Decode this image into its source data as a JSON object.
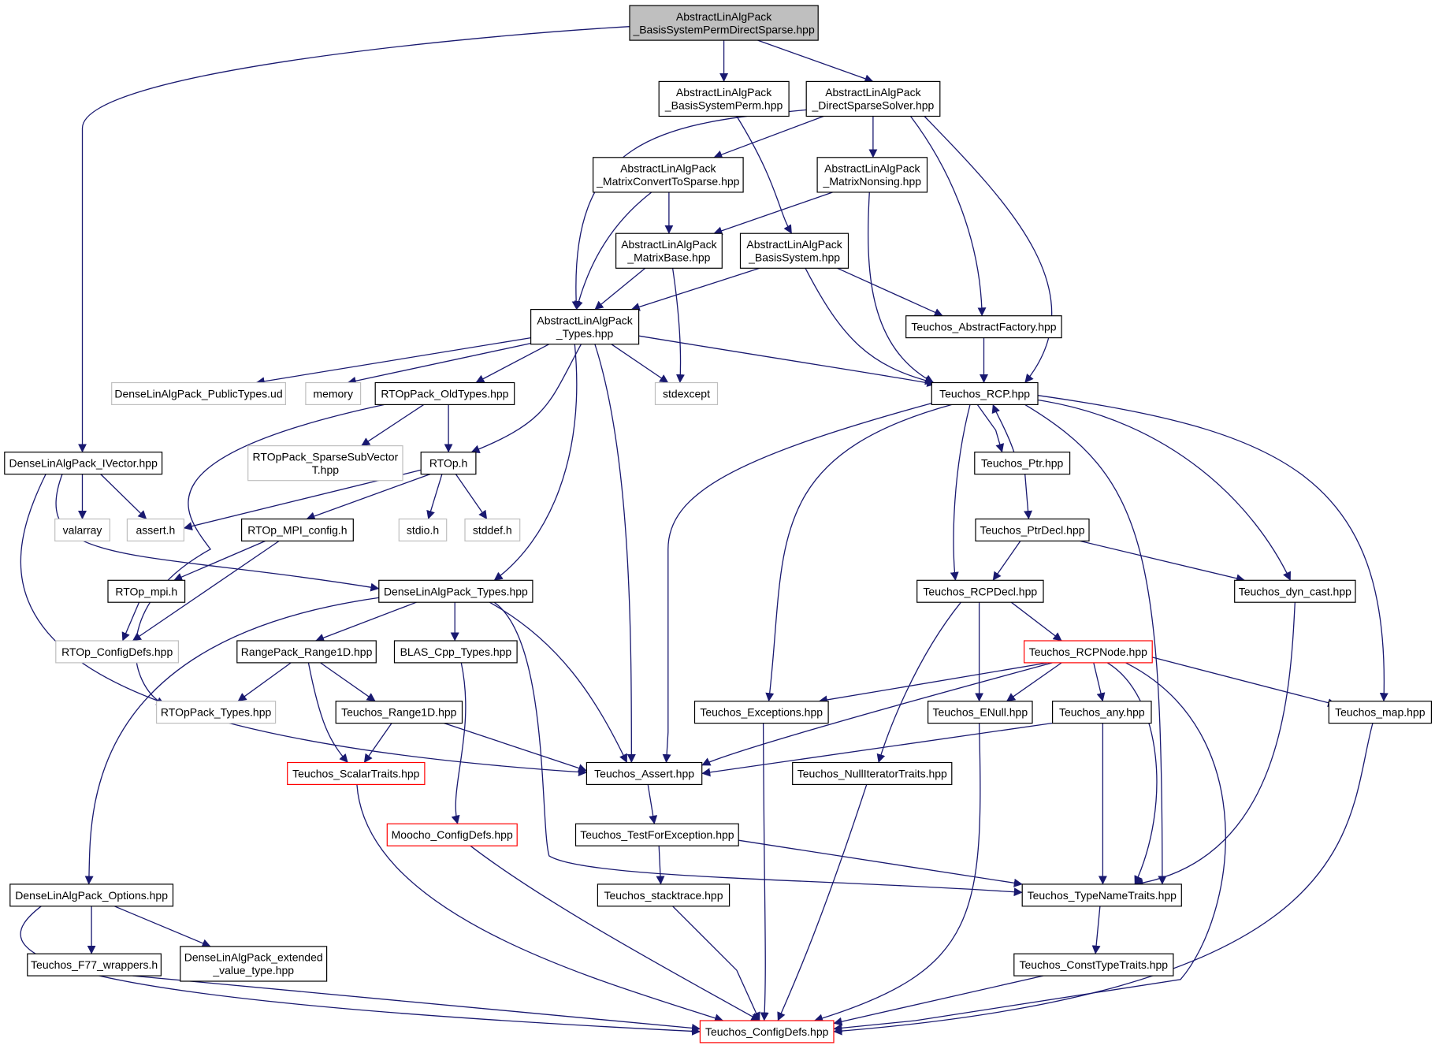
{
  "colors": {
    "edge": "#191970",
    "node_border": "#000000",
    "root_fill": "#bfbfbf",
    "external_border": "#bfbfbf",
    "truncated_border": "#ff0000"
  },
  "graph": {
    "nodes": [
      {
        "id": "root",
        "label": "AbstractLinAlgPack\n_BasisSystemPermDirectSparse.hpp",
        "kind": "root"
      },
      {
        "id": "bsperm",
        "label": "AbstractLinAlgPack\n_BasisSystemPerm.hpp",
        "kind": "normal"
      },
      {
        "id": "dss",
        "label": "AbstractLinAlgPack\n_DirectSparseSolver.hpp",
        "kind": "normal"
      },
      {
        "id": "mcts",
        "label": "AbstractLinAlgPack\n_MatrixConvertToSparse.hpp",
        "kind": "normal"
      },
      {
        "id": "mns",
        "label": "AbstractLinAlgPack\n_MatrixNonsing.hpp",
        "kind": "normal"
      },
      {
        "id": "mb",
        "label": "AbstractLinAlgPack\n_MatrixBase.hpp",
        "kind": "normal"
      },
      {
        "id": "bs",
        "label": "AbstractLinAlgPack\n_BasisSystem.hpp",
        "kind": "normal"
      },
      {
        "id": "types",
        "label": "AbstractLinAlgPack\n_Types.hpp",
        "kind": "normal"
      },
      {
        "id": "af",
        "label": "Teuchos_AbstractFactory.hpp",
        "kind": "normal"
      },
      {
        "id": "dlpt",
        "label": "DenseLinAlgPack_PublicTypes.ud",
        "kind": "external"
      },
      {
        "id": "memory",
        "label": "memory",
        "kind": "external"
      },
      {
        "id": "rtopold",
        "label": "RTOpPack_OldTypes.hpp",
        "kind": "normal"
      },
      {
        "id": "stdexcept",
        "label": "stdexcept",
        "kind": "external"
      },
      {
        "id": "rcp",
        "label": "Teuchos_RCP.hpp",
        "kind": "normal"
      },
      {
        "id": "ivector",
        "label": "DenseLinAlgPack_IVector.hpp",
        "kind": "normal"
      },
      {
        "id": "ssv",
        "label": "RTOpPack_SparseSubVector\nT.hpp",
        "kind": "external"
      },
      {
        "id": "rtoph",
        "label": "RTOp.h",
        "kind": "normal"
      },
      {
        "id": "ptr",
        "label": "Teuchos_Ptr.hpp",
        "kind": "normal"
      },
      {
        "id": "valarray",
        "label": "valarray",
        "kind": "external"
      },
      {
        "id": "asserth",
        "label": "assert.h",
        "kind": "external"
      },
      {
        "id": "mpiconfig",
        "label": "RTOp_MPI_config.h",
        "kind": "normal"
      },
      {
        "id": "stdio",
        "label": "stdio.h",
        "kind": "external"
      },
      {
        "id": "stddef",
        "label": "stddef.h",
        "kind": "external"
      },
      {
        "id": "ptrdecl",
        "label": "Teuchos_PtrDecl.hpp",
        "kind": "normal"
      },
      {
        "id": "rtopmpi",
        "label": "RTOp_mpi.h",
        "kind": "normal"
      },
      {
        "id": "dltypes",
        "label": "DenseLinAlgPack_Types.hpp",
        "kind": "normal"
      },
      {
        "id": "rcpdecl",
        "label": "Teuchos_RCPDecl.hpp",
        "kind": "normal"
      },
      {
        "id": "dyncast",
        "label": "Teuchos_dyn_cast.hpp",
        "kind": "normal"
      },
      {
        "id": "rtopconfig",
        "label": "RTOp_ConfigDefs.hpp",
        "kind": "external"
      },
      {
        "id": "range1d",
        "label": "RangePack_Range1D.hpp",
        "kind": "normal"
      },
      {
        "id": "blas",
        "label": "BLAS_Cpp_Types.hpp",
        "kind": "normal"
      },
      {
        "id": "rcpnode",
        "label": "Teuchos_RCPNode.hpp",
        "kind": "truncated"
      },
      {
        "id": "rtoptypes",
        "label": "RTOpPack_Types.hpp",
        "kind": "external"
      },
      {
        "id": "trange1d",
        "label": "Teuchos_Range1D.hpp",
        "kind": "normal"
      },
      {
        "id": "exceptions",
        "label": "Teuchos_Exceptions.hpp",
        "kind": "normal"
      },
      {
        "id": "enull",
        "label": "Teuchos_ENull.hpp",
        "kind": "normal"
      },
      {
        "id": "any",
        "label": "Teuchos_any.hpp",
        "kind": "normal"
      },
      {
        "id": "map",
        "label": "Teuchos_map.hpp",
        "kind": "normal"
      },
      {
        "id": "scalartraits",
        "label": "Teuchos_ScalarTraits.hpp",
        "kind": "truncated"
      },
      {
        "id": "tassert",
        "label": "Teuchos_Assert.hpp",
        "kind": "normal"
      },
      {
        "id": "nullit",
        "label": "Teuchos_NullIteratorTraits.hpp",
        "kind": "normal"
      },
      {
        "id": "moocho",
        "label": "Moocho_ConfigDefs.hpp",
        "kind": "truncated"
      },
      {
        "id": "tfe",
        "label": "Teuchos_TestForException.hpp",
        "kind": "normal"
      },
      {
        "id": "options",
        "label": "DenseLinAlgPack_Options.hpp",
        "kind": "normal"
      },
      {
        "id": "stacktrace",
        "label": "Teuchos_stacktrace.hpp",
        "kind": "normal"
      },
      {
        "id": "typename",
        "label": "Teuchos_TypeNameTraits.hpp",
        "kind": "normal"
      },
      {
        "id": "f77",
        "label": "Teuchos_F77_wrappers.h",
        "kind": "normal"
      },
      {
        "id": "extval",
        "label": "DenseLinAlgPack_extended\n_value_type.hpp",
        "kind": "normal"
      },
      {
        "id": "consttype",
        "label": "Teuchos_ConstTypeTraits.hpp",
        "kind": "normal"
      },
      {
        "id": "tconfig",
        "label": "Teuchos_ConfigDefs.hpp",
        "kind": "truncated"
      }
    ],
    "edges": [
      [
        "root",
        "ivector"
      ],
      [
        "root",
        "bsperm"
      ],
      [
        "root",
        "dss"
      ],
      [
        "bsperm",
        "bs"
      ],
      [
        "dss",
        "types"
      ],
      [
        "dss",
        "mcts"
      ],
      [
        "dss",
        "mns"
      ],
      [
        "dss",
        "af"
      ],
      [
        "dss",
        "rcp"
      ],
      [
        "mcts",
        "mb"
      ],
      [
        "mcts",
        "types"
      ],
      [
        "mns",
        "mb"
      ],
      [
        "mns",
        "rcp"
      ],
      [
        "mb",
        "types"
      ],
      [
        "mb",
        "stdexcept"
      ],
      [
        "bs",
        "types"
      ],
      [
        "bs",
        "af"
      ],
      [
        "bs",
        "rcp"
      ],
      [
        "af",
        "rcp"
      ],
      [
        "types",
        "dlpt"
      ],
      [
        "types",
        "memory"
      ],
      [
        "types",
        "rtopold"
      ],
      [
        "types",
        "stdexcept"
      ],
      [
        "types",
        "rcp"
      ],
      [
        "types",
        "rtoph"
      ],
      [
        "types",
        "dltypes"
      ],
      [
        "types",
        "tassert"
      ],
      [
        "rtopold",
        "ssv"
      ],
      [
        "rtopold",
        "rtoph"
      ],
      [
        "rtopold",
        "rtoptypes"
      ],
      [
        "rtoph",
        "asserth"
      ],
      [
        "rtoph",
        "mpiconfig"
      ],
      [
        "rtoph",
        "stdio"
      ],
      [
        "rtoph",
        "stddef"
      ],
      [
        "mpiconfig",
        "rtopmpi"
      ],
      [
        "mpiconfig",
        "rtopconfig"
      ],
      [
        "rtopmpi",
        "rtopconfig"
      ],
      [
        "ivector",
        "valarray"
      ],
      [
        "ivector",
        "asserth"
      ],
      [
        "ivector",
        "dltypes"
      ],
      [
        "ivector",
        "tassert"
      ],
      [
        "dltypes",
        "options"
      ],
      [
        "dltypes",
        "range1d"
      ],
      [
        "dltypes",
        "blas"
      ],
      [
        "dltypes",
        "tassert"
      ],
      [
        "dltypes",
        "typename"
      ],
      [
        "range1d",
        "rtoptypes"
      ],
      [
        "range1d",
        "trange1d"
      ],
      [
        "range1d",
        "scalartraits"
      ],
      [
        "trange1d",
        "scalartraits"
      ],
      [
        "trange1d",
        "tassert"
      ],
      [
        "blas",
        "moocho"
      ],
      [
        "scalartraits",
        "tconfig"
      ],
      [
        "moocho",
        "tconfig"
      ],
      [
        "rcp",
        "ptr"
      ],
      [
        "rcp",
        "rcpdecl"
      ],
      [
        "rcp",
        "dyncast"
      ],
      [
        "rcp",
        "map"
      ],
      [
        "rcp",
        "exceptions"
      ],
      [
        "rcp",
        "tassert"
      ],
      [
        "rcp",
        "typename"
      ],
      [
        "ptr",
        "rcp"
      ],
      [
        "ptr",
        "ptrdecl"
      ],
      [
        "ptrdecl",
        "rcpdecl"
      ],
      [
        "ptrdecl",
        "dyncast"
      ],
      [
        "rcpdecl",
        "rcpnode"
      ],
      [
        "rcpdecl",
        "enull"
      ],
      [
        "rcpdecl",
        "nullit"
      ],
      [
        "dyncast",
        "typename"
      ],
      [
        "rcpnode",
        "exceptions"
      ],
      [
        "rcpnode",
        "enull"
      ],
      [
        "rcpnode",
        "any"
      ],
      [
        "rcpnode",
        "map"
      ],
      [
        "rcpnode",
        "tassert"
      ],
      [
        "rcpnode",
        "typename"
      ],
      [
        "rcpnode",
        "tconfig"
      ],
      [
        "exceptions",
        "tconfig"
      ],
      [
        "enull",
        "tconfig"
      ],
      [
        "any",
        "tassert"
      ],
      [
        "any",
        "typename"
      ],
      [
        "map",
        "tconfig"
      ],
      [
        "tassert",
        "tfe"
      ],
      [
        "tfe",
        "stacktrace"
      ],
      [
        "tfe",
        "typename"
      ],
      [
        "nullit",
        "tconfig"
      ],
      [
        "stacktrace",
        "tconfig"
      ],
      [
        "typename",
        "consttype"
      ],
      [
        "consttype",
        "tconfig"
      ],
      [
        "options",
        "f77"
      ],
      [
        "options",
        "extval"
      ],
      [
        "options",
        "tconfig"
      ],
      [
        "f77",
        "tconfig"
      ]
    ]
  }
}
